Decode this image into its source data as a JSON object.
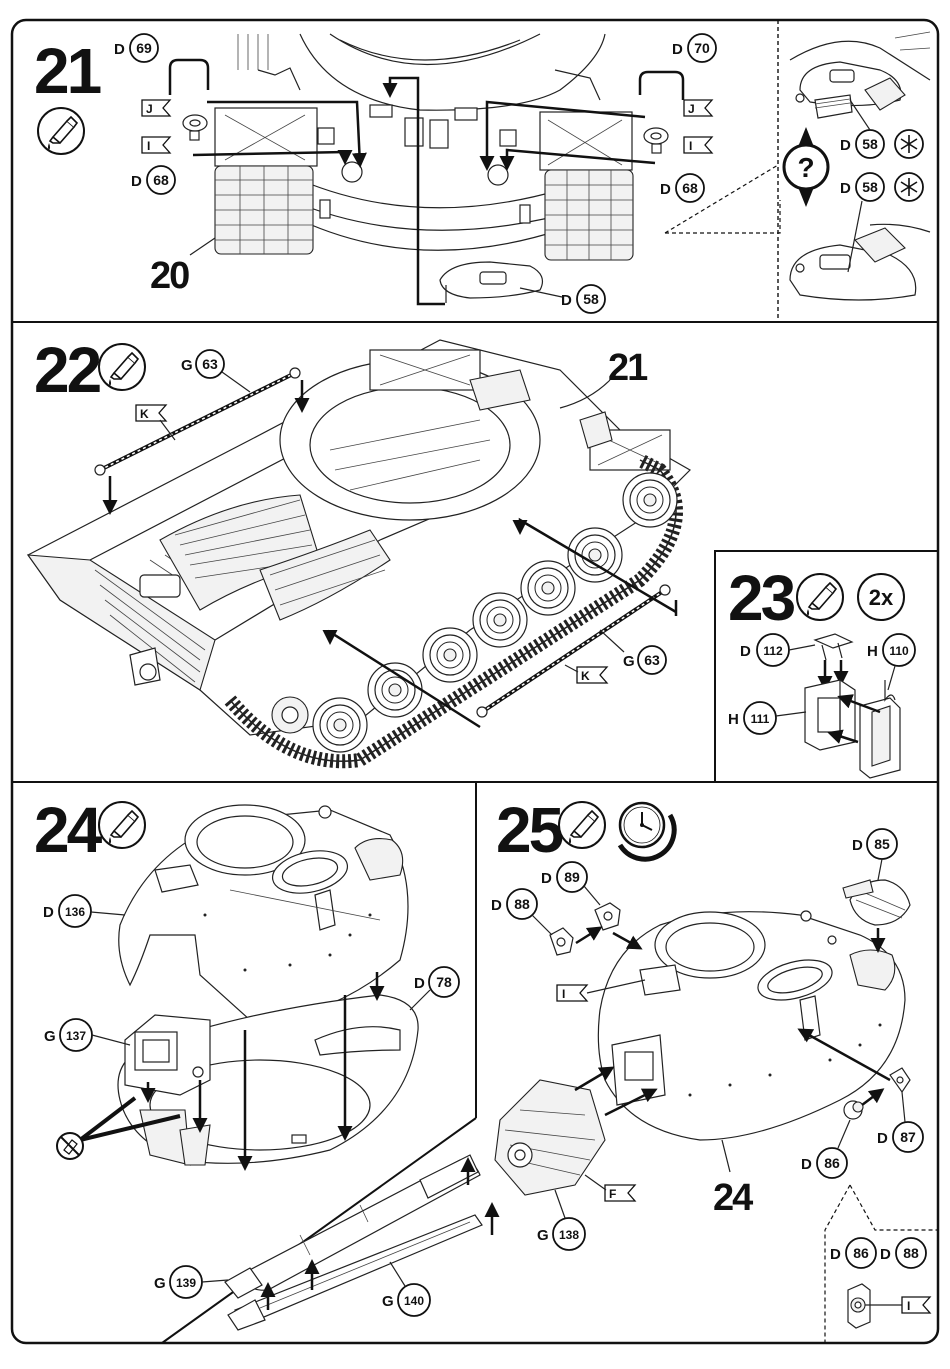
{
  "steps": {
    "s21": {
      "number": "21",
      "icons": [
        "glue-icon"
      ],
      "parts": {
        "d69": {
          "letter": "D",
          "num": "69"
        },
        "d70": {
          "letter": "D",
          "num": "70"
        },
        "d68a": {
          "letter": "D",
          "num": "68"
        },
        "d68b": {
          "letter": "D",
          "num": "68"
        },
        "d58": {
          "letter": "D",
          "num": "58"
        },
        "d58_detail1": {
          "letter": "D",
          "num": "58"
        },
        "d58_detail2": {
          "letter": "D",
          "num": "58"
        }
      },
      "flags": {
        "j1": "J",
        "i1": "I",
        "j2": "J",
        "i2": "I"
      },
      "callout": "20",
      "detail_icons": [
        "question-icon",
        "asterisk-icon"
      ]
    },
    "s22": {
      "number": "22",
      "icons": [
        "glue-icon"
      ],
      "parts": {
        "g63a": {
          "letter": "G",
          "num": "63"
        },
        "g63b": {
          "letter": "G",
          "num": "63"
        }
      },
      "flags": {
        "k1": "K",
        "k2": "K"
      },
      "callout": "21"
    },
    "s23": {
      "number": "23",
      "icons": [
        "glue-icon"
      ],
      "qty": "2x",
      "parts": {
        "d112": {
          "letter": "D",
          "num": "112"
        },
        "h110": {
          "letter": "H",
          "num": "110"
        },
        "h111": {
          "letter": "H",
          "num": "111"
        }
      }
    },
    "s24": {
      "number": "24",
      "icons": [
        "glue-icon"
      ],
      "parts": {
        "d136": {
          "letter": "D",
          "num": "136"
        },
        "d78": {
          "letter": "D",
          "num": "78"
        },
        "g137": {
          "letter": "G",
          "num": "137"
        }
      },
      "warning_icon": "no-glue-icon"
    },
    "s25": {
      "number": "25",
      "icons": [
        "glue-icon",
        "clock-icon"
      ],
      "parts": {
        "d85": {
          "letter": "D",
          "num": "85"
        },
        "d89": {
          "letter": "D",
          "num": "89"
        },
        "d88": {
          "letter": "D",
          "num": "88"
        },
        "d87": {
          "letter": "D",
          "num": "87"
        },
        "d86": {
          "letter": "D",
          "num": "86"
        },
        "g138": {
          "letter": "G",
          "num": "138"
        },
        "g139": {
          "letter": "G",
          "num": "139"
        },
        "g140": {
          "letter": "G",
          "num": "140"
        },
        "d86_detail": {
          "letter": "D",
          "num": "86"
        },
        "d88_detail": {
          "letter": "D",
          "num": "88"
        }
      },
      "flags": {
        "i1": "I",
        "f1": "F",
        "i_detail": "I"
      },
      "callout": "24"
    }
  }
}
